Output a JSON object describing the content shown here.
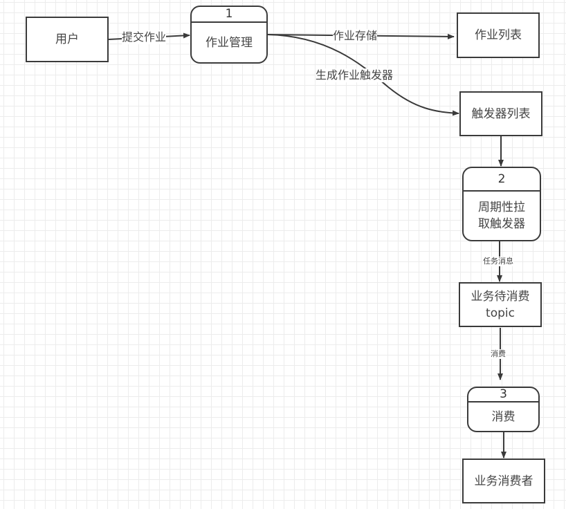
{
  "entities": {
    "user": "用户",
    "job_list": "作业列表",
    "trigger_list": "触发器列表",
    "topic": "业务待消费topic",
    "consumer": "业务消费者"
  },
  "processes": [
    {
      "number": "1",
      "name": "作业管理"
    },
    {
      "number": "2",
      "name": "周期性拉取触发器"
    },
    {
      "number": "3",
      "name": "消费"
    }
  ],
  "flows": {
    "submit_job": "提交作业",
    "job_storage": "作业存储",
    "gen_trigger": "生成作业触发器",
    "task_message": "任务消息",
    "consume": "消费"
  },
  "colors": {
    "stroke": "#3a3a3a",
    "grid": "#ececec",
    "text": "#444444"
  }
}
